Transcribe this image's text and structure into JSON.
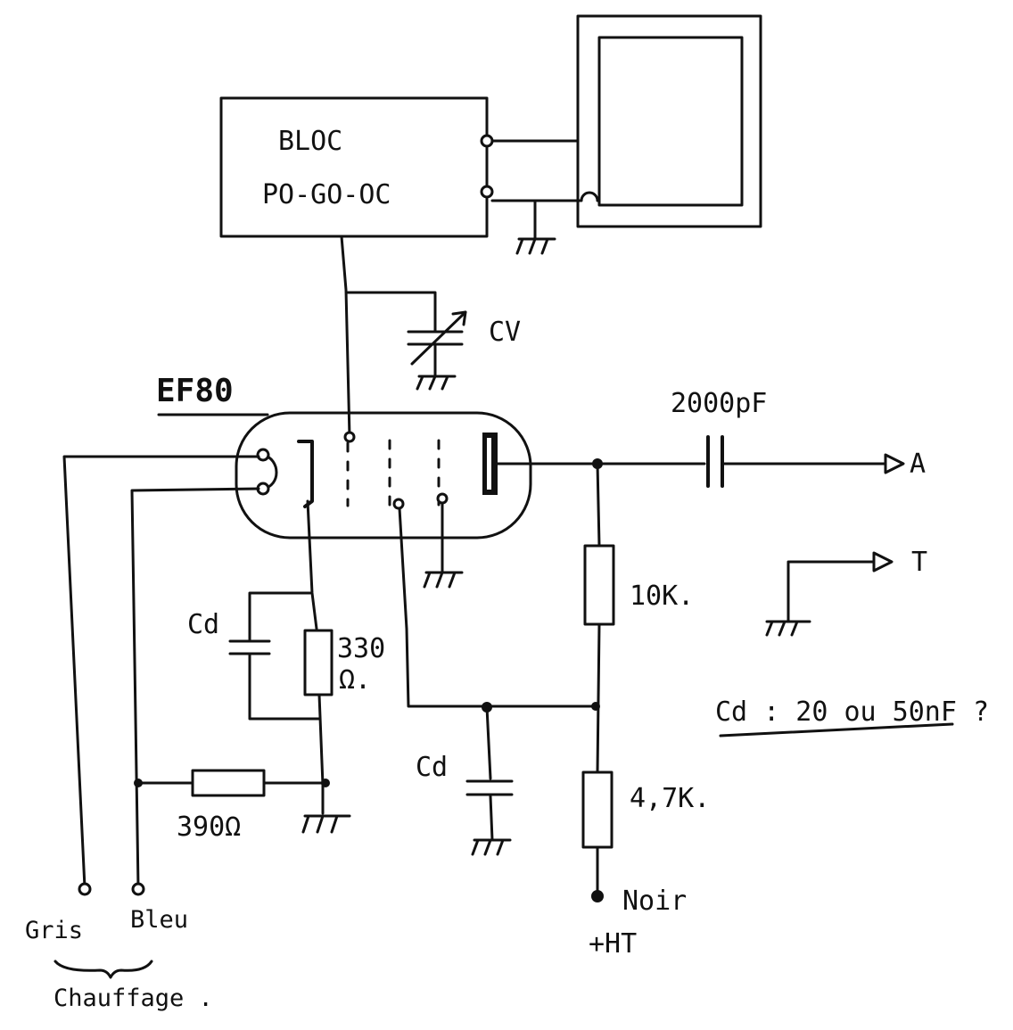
{
  "bloc": {
    "line1": "BLOC",
    "line2": "PO-GO-OC"
  },
  "tube": {
    "name": "EF80"
  },
  "cv_label": "CV",
  "capacitor_coupling": "2000pF",
  "output_a": "A",
  "output_t": "T",
  "plate_resistor": "10K.",
  "cathode_resistor": {
    "value": "330",
    "unit": "Ω."
  },
  "screen_resistor": "4,7K.",
  "heater_resistor": "390Ω",
  "cd_label_cathode": "Cd",
  "cd_label_screen": "Cd",
  "cd_note": "Cd : 20 ou 50nF ?",
  "terminals": {
    "gris": "Gris",
    "bleu": "Bleu",
    "chauffage": "Chauffage .",
    "noir": "Noir",
    "ht": "+HT"
  }
}
